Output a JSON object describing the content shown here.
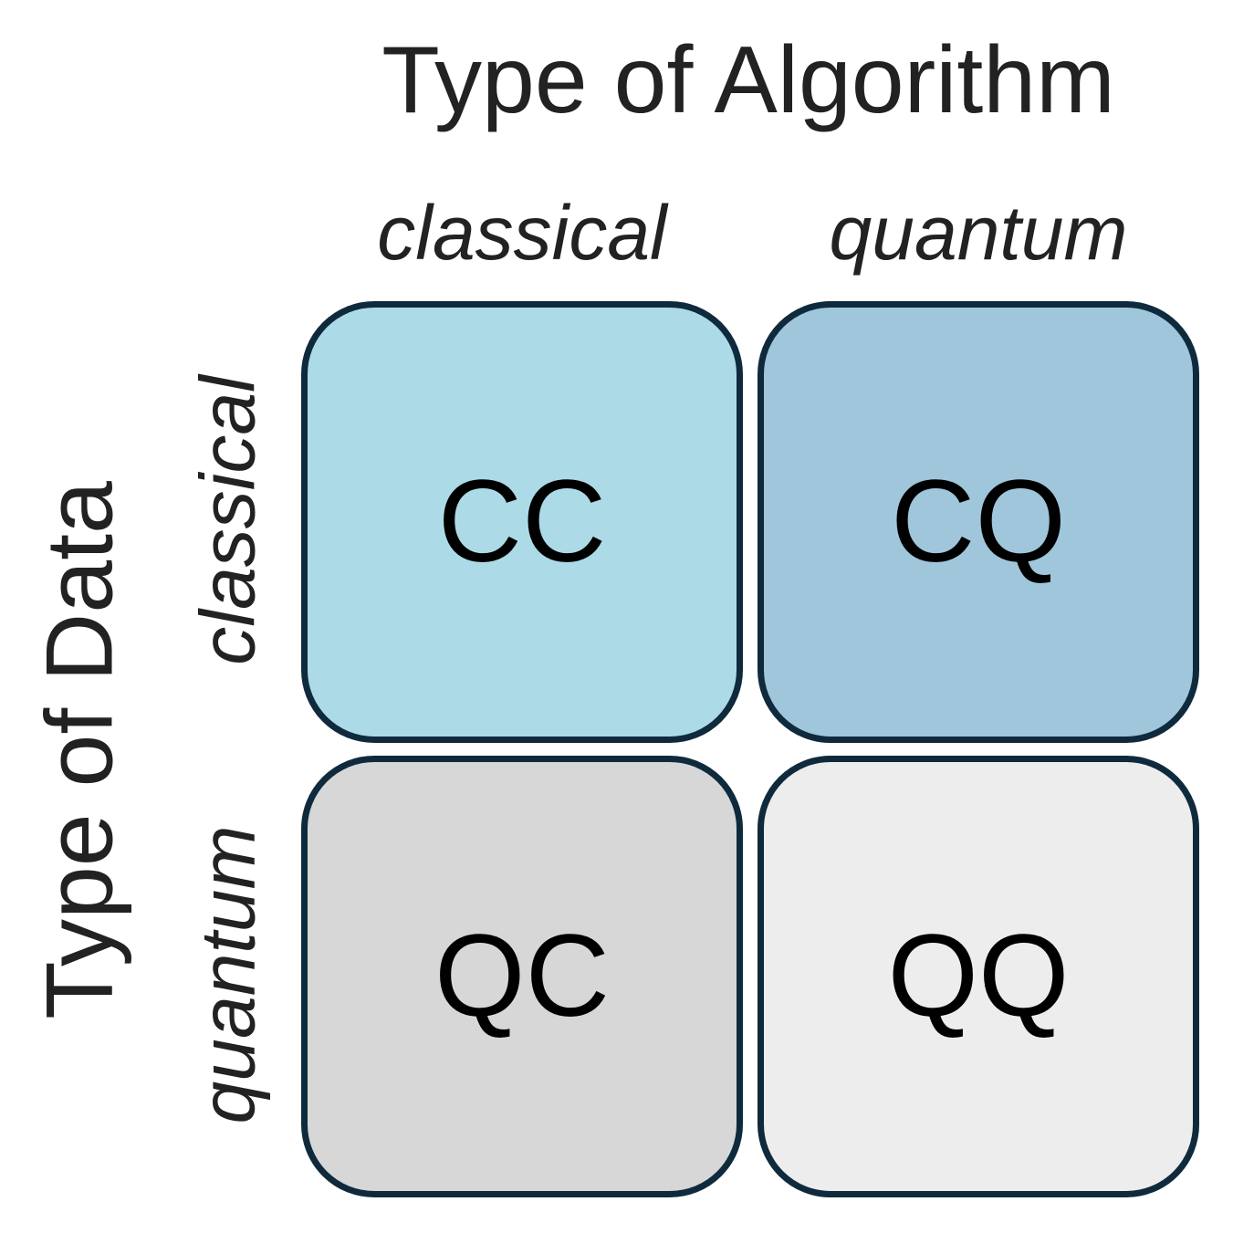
{
  "title": "Type of Algorithm",
  "side_title": "Type of Data",
  "columns": [
    {
      "label": "classical"
    },
    {
      "label": "quantum"
    }
  ],
  "rows": [
    {
      "label": "classical"
    },
    {
      "label": "quantum"
    }
  ],
  "cells": [
    {
      "label": "CC",
      "color": "#acdbe7"
    },
    {
      "label": "CQ",
      "color": "#a0c6dc"
    },
    {
      "label": "QC",
      "color": "#d7d7d7"
    },
    {
      "label": "QQ",
      "color": "#ededed"
    }
  ],
  "border_color": "#0f2a3c"
}
